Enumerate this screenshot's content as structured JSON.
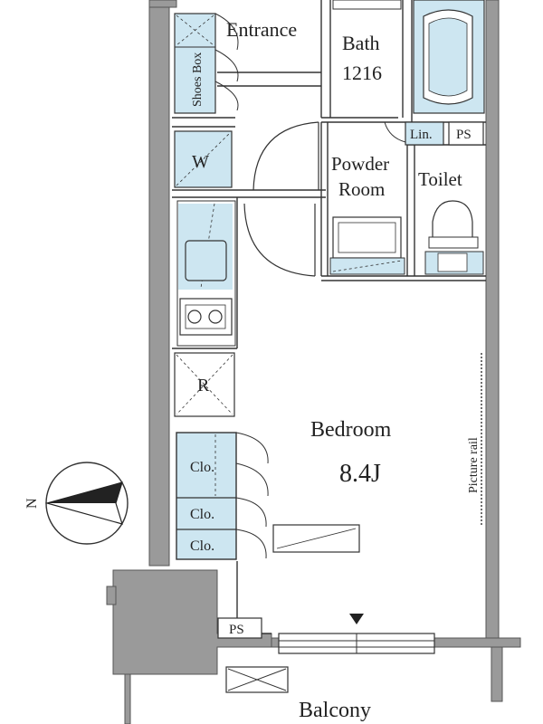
{
  "rooms": {
    "entrance": "Entrance",
    "shoes_box": "Shoes Box",
    "bath": "Bath",
    "bath_size": "1216",
    "lin": "Lin.",
    "ps_top": "PS",
    "washer": "W",
    "powder_room_line1": "Powder",
    "powder_room_line2": "Room",
    "toilet": "Toilet",
    "refrigerator": "R",
    "bedroom": "Bedroom",
    "bedroom_size": "8.4J",
    "picture_rail": "Picture rail",
    "closet_1": "Clo.",
    "closet_2": "Clo.",
    "closet_3": "Clo.",
    "ps_bottom": "PS",
    "balcony": "Balcony"
  },
  "compass": {
    "north_label": "N"
  },
  "colors": {
    "wall": "#9a9a9a",
    "fixture_fill": "#cde6f1",
    "line": "#333333"
  }
}
